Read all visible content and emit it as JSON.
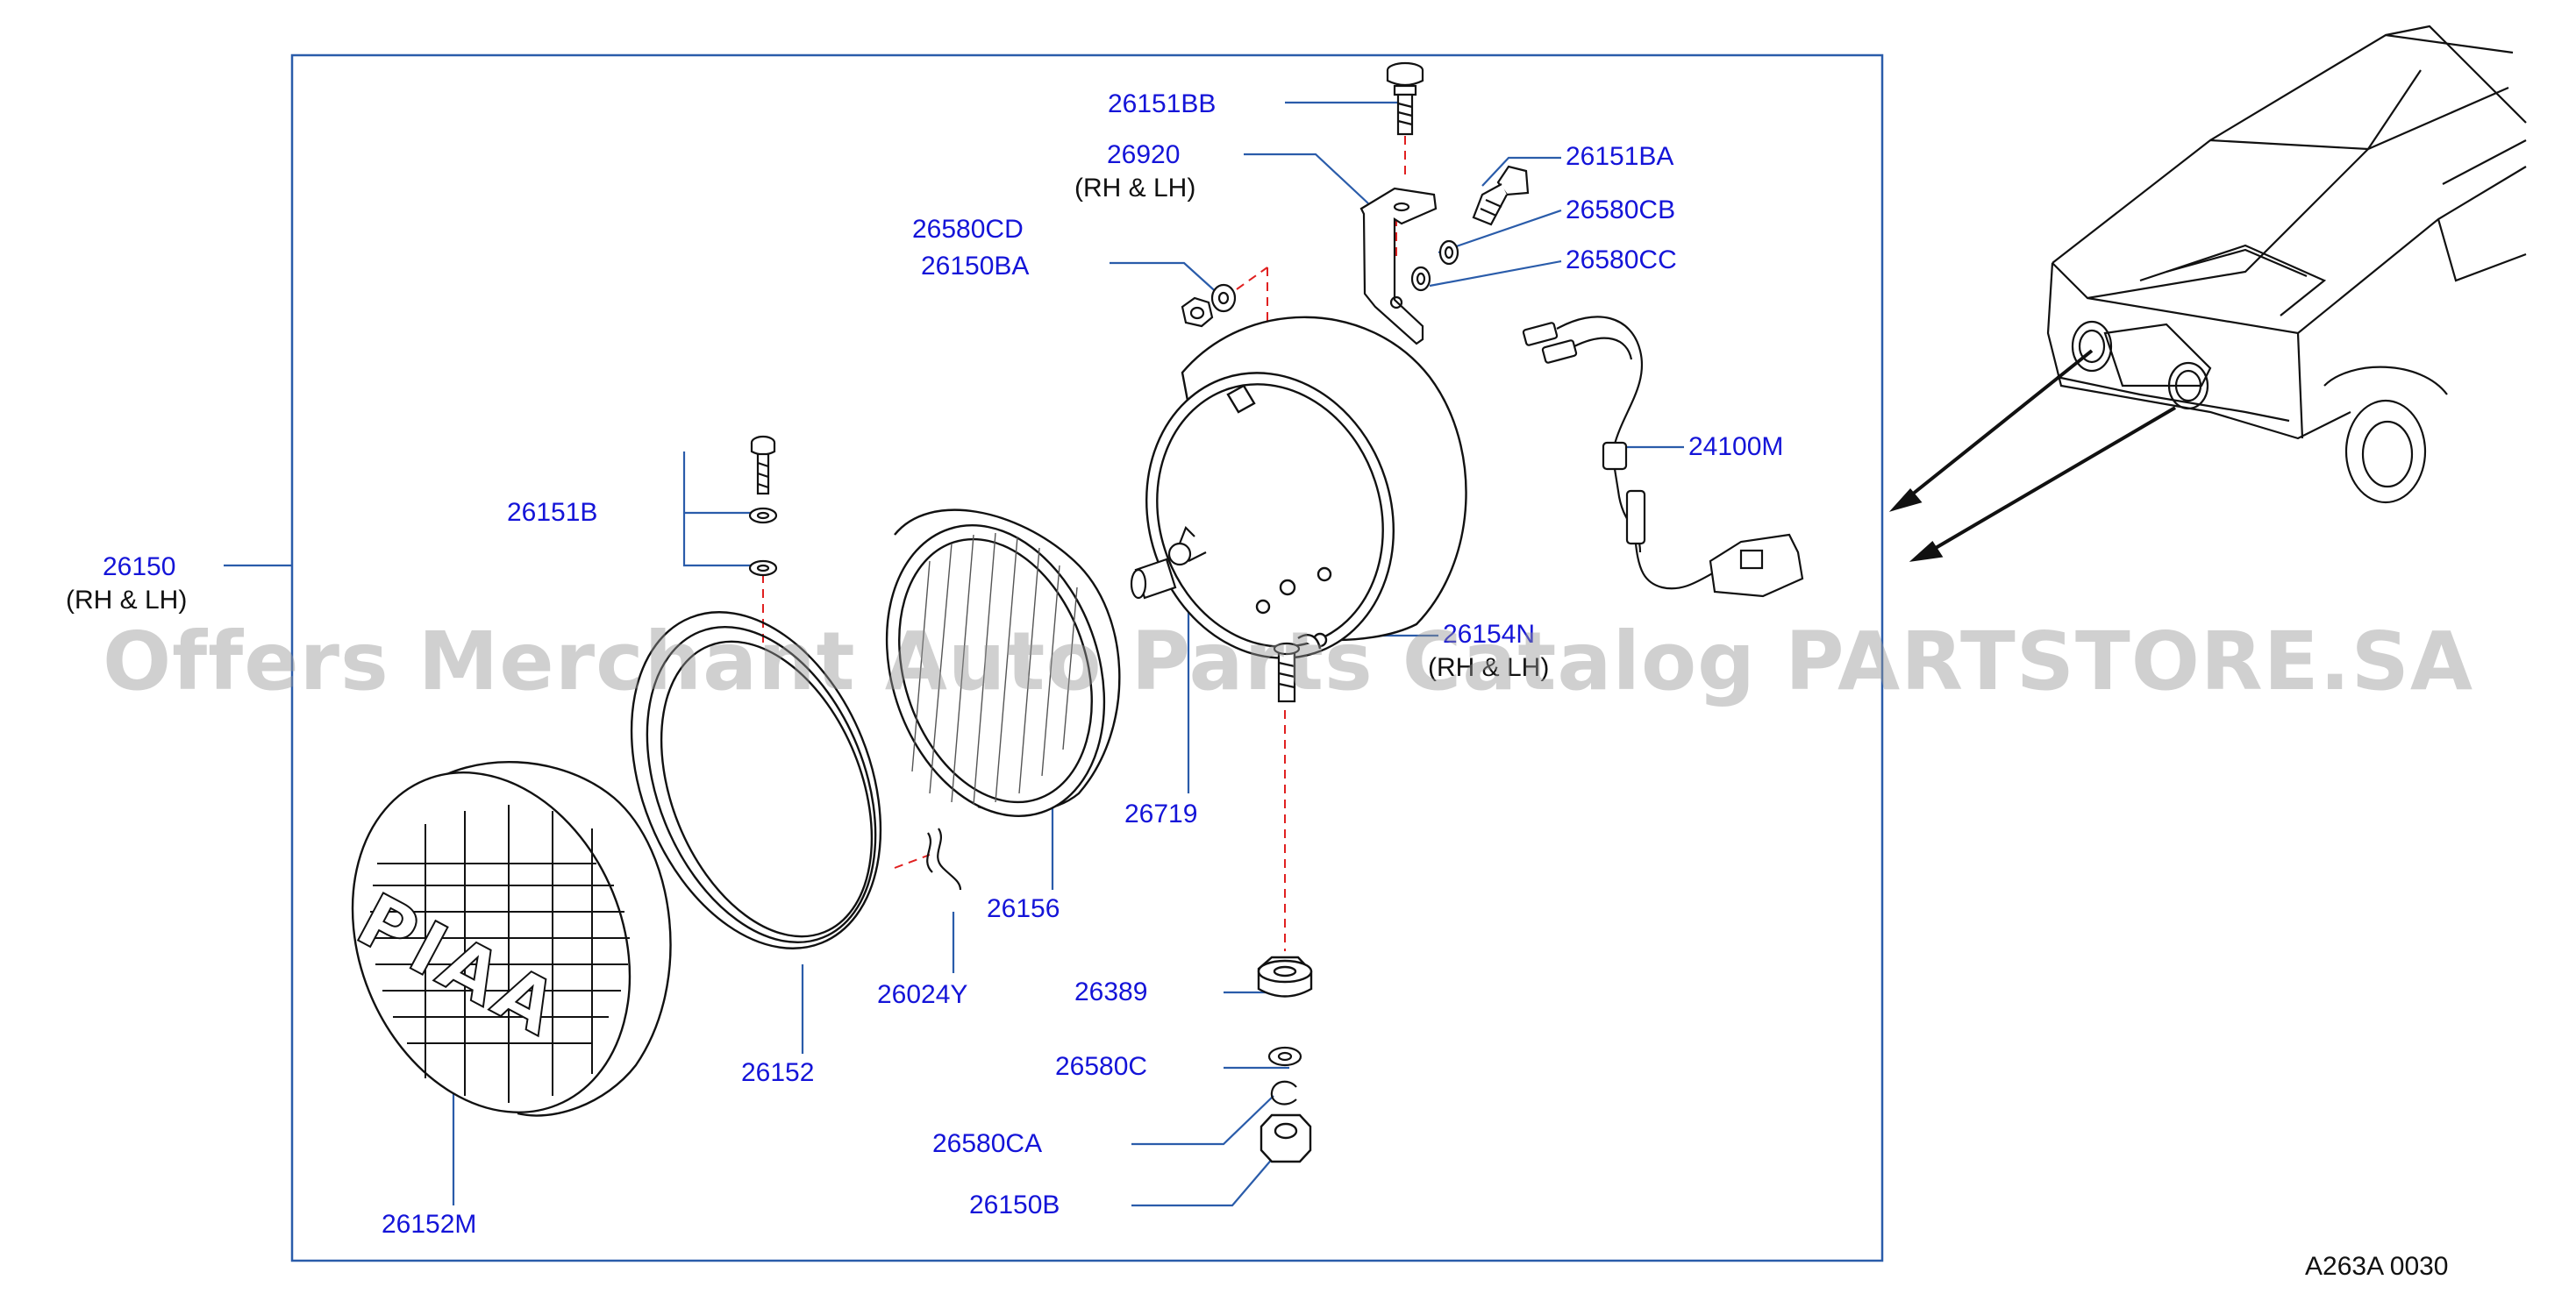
{
  "parts": {
    "p26151BB": "26151BB",
    "p26920": "26920",
    "p26920_note": "(RH  &  LH)",
    "p26580CD": "26580CD",
    "p26150BA": "26150BA",
    "p26151BA": "26151BA",
    "p26580CB": "26580CB",
    "p26580CC": "26580CC",
    "p24100M": "24100M",
    "p26151B": "26151B",
    "p26150": "26150",
    "p26150_note": "(RH  &  LH)",
    "p26154N": "26154N",
    "p26154N_note": "(RH  &  LH)",
    "p26719": "26719",
    "p26156": "26156",
    "p26024Y": "26024Y",
    "p26389": "26389",
    "p26152": "26152",
    "p26580C": "26580C",
    "p26580CA": "26580CA",
    "p26150B": "26150B",
    "p26152M": "26152M"
  },
  "lamp_brand": "PIAA",
  "diagram_code": "A263A  0030",
  "watermark": "Offers Merchant Auto Parts Catalog PARTSTORE.SA",
  "colors": {
    "label": "#1414d8",
    "frame": "#2a5caa",
    "leader": "#2a5caa",
    "dashed": "#e02020",
    "line": "#111111"
  }
}
